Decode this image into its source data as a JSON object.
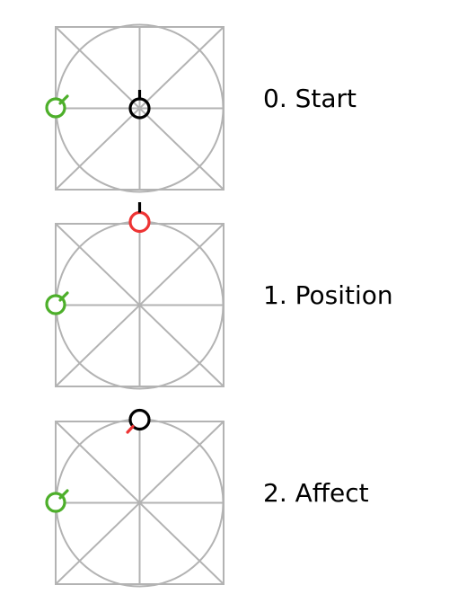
{
  "colors": {
    "grid": "#b3b3b3",
    "green": "#4daf2a",
    "black": "#000000",
    "red": "#ee3333"
  },
  "steps": [
    {
      "label": "0. Start"
    },
    {
      "label": "1. Position"
    },
    {
      "label": "2. Affect"
    }
  ]
}
